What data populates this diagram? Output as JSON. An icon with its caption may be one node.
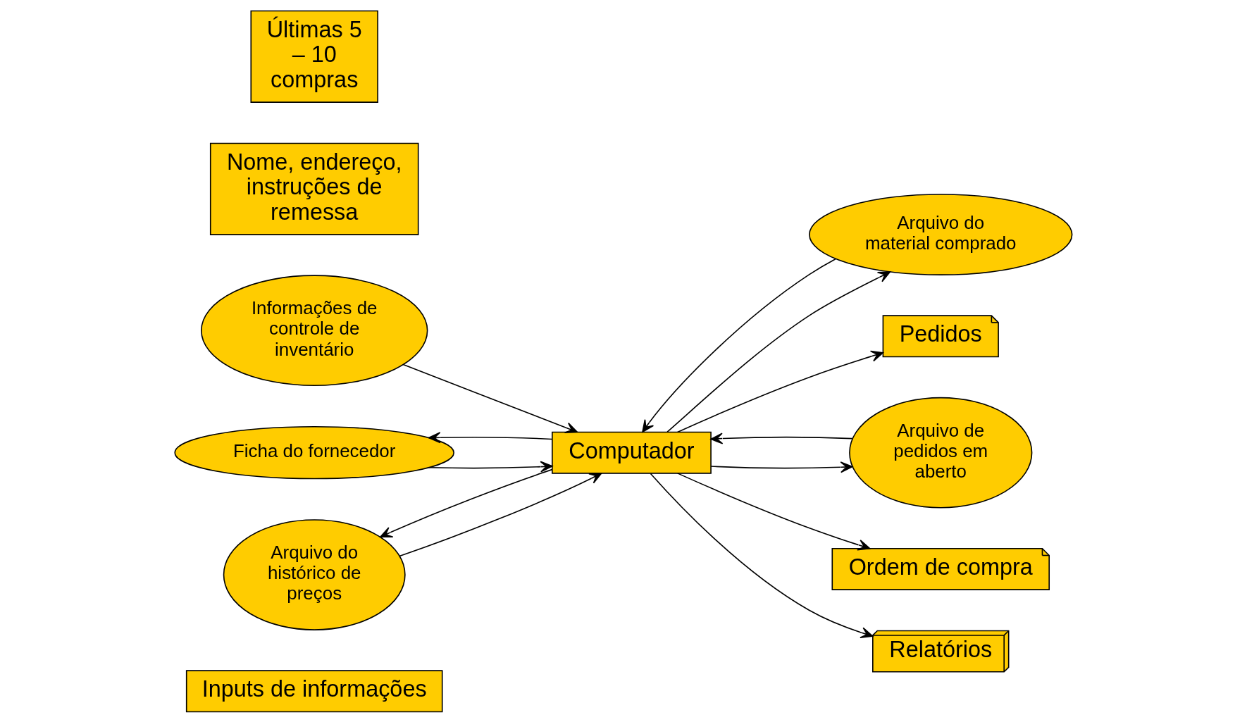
{
  "diagram": {
    "nodes": [
      {
        "text": [
          "Inputs de informações"
        ]
      },
      {
        "text": [
          "Informações de controle de inventário"
        ]
      },
      {
        "text": [
          "Computador"
        ]
      },
      {
        "text": [
          "Arquivo do material comprado"
        ]
      },
      {
        "text": [
          "Pedidos"
        ]
      },
      {
        "text": [
          "Ficha do fornecedor"
        ]
      },
      {
        "text": [
          "Nome, endereço, instruções de remessa"
        ]
      },
      {
        "text": [
          "Arquivo de pedidos em aberto"
        ]
      },
      {
        "text": [
          "Arquivo do histórico de preços"
        ]
      },
      {
        "text": [
          "Últimas 5 – 10 compras"
        ]
      },
      {
        "text": [
          "Ordem de compra"
        ]
      },
      {
        "text": [
          "Relatórios"
        ]
      }
    ],
    "edges": [
      {
        "from": 1,
        "to": 2,
        "arrow": "to"
      },
      {
        "from": 3,
        "to": 2,
        "arrow": "to"
      },
      {
        "from": 2,
        "to": 3,
        "arrow": "to"
      },
      {
        "from": 2,
        "to": 4,
        "arrow": "to"
      },
      {
        "from": 7,
        "to": 2,
        "arrow": "to"
      },
      {
        "from": 2,
        "to": 7,
        "arrow": "to"
      },
      {
        "from": 2,
        "to": 5,
        "arrow": "to"
      },
      {
        "from": 5,
        "to": 2,
        "arrow": "to"
      },
      {
        "from": 2,
        "to": 8,
        "arrow": "to"
      },
      {
        "from": 8,
        "to": 2,
        "arrow": "to"
      },
      {
        "from": 2,
        "to": 10,
        "arrow": "to"
      },
      {
        "from": 2,
        "to": 11,
        "arrow": "to"
      }
    ]
  }
}
